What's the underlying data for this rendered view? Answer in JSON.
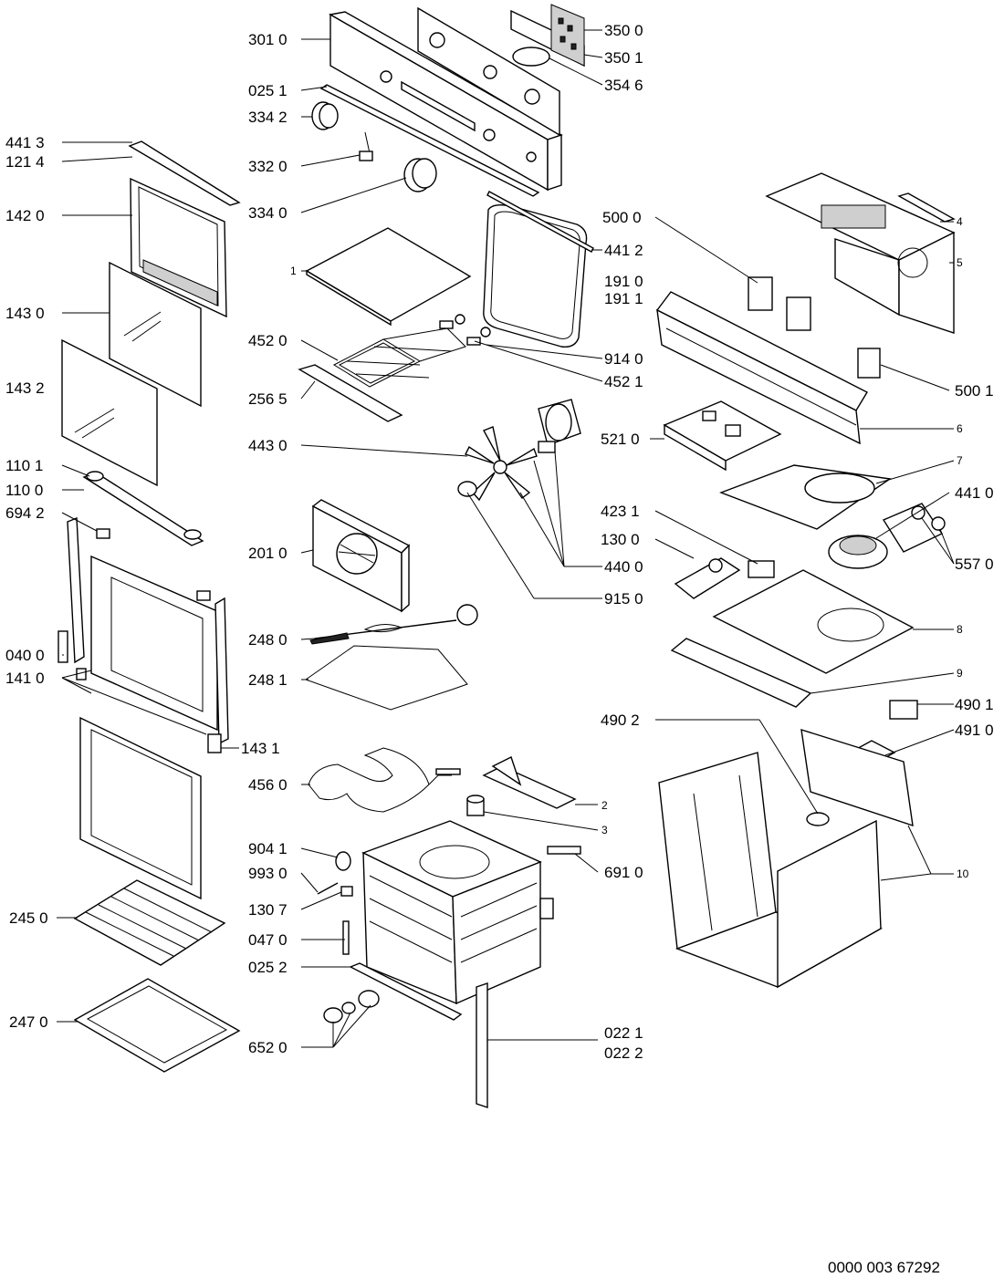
{
  "diagram": {
    "reference_number": "0000 003 67292",
    "callouts": [
      {
        "id": "c3010",
        "label": "301 0"
      },
      {
        "id": "c0251",
        "label": "025 1"
      },
      {
        "id": "c3342",
        "label": "334 2"
      },
      {
        "id": "c3320",
        "label": "332 0"
      },
      {
        "id": "c3340",
        "label": "334 0"
      },
      {
        "id": "c3500",
        "label": "350 0"
      },
      {
        "id": "c3501",
        "label": "350 1"
      },
      {
        "id": "c3546",
        "label": "354 6"
      },
      {
        "id": "c4413",
        "label": "441 3"
      },
      {
        "id": "c1214",
        "label": "121 4"
      },
      {
        "id": "c1420",
        "label": "142 0"
      },
      {
        "id": "c1430",
        "label": "143 0"
      },
      {
        "id": "c1432",
        "label": "143 2"
      },
      {
        "id": "c1101",
        "label": "110 1"
      },
      {
        "id": "c1100",
        "label": "110 0"
      },
      {
        "id": "c6942",
        "label": "694 2"
      },
      {
        "id": "c0400",
        "label": "040 0"
      },
      {
        "id": "c1410",
        "label": "141 0"
      },
      {
        "id": "c1431",
        "label": "143 1"
      },
      {
        "id": "c2450",
        "label": "245 0"
      },
      {
        "id": "c2470",
        "label": "247 0"
      },
      {
        "id": "c1",
        "label": "1"
      },
      {
        "id": "c4520",
        "label": "452 0"
      },
      {
        "id": "c2565",
        "label": "256 5"
      },
      {
        "id": "c4430",
        "label": "443 0"
      },
      {
        "id": "c2010",
        "label": "201 0"
      },
      {
        "id": "c2480",
        "label": "248 0"
      },
      {
        "id": "c2481",
        "label": "248 1"
      },
      {
        "id": "c4560",
        "label": "456 0"
      },
      {
        "id": "c9041",
        "label": "904 1"
      },
      {
        "id": "c9930",
        "label": "993 0"
      },
      {
        "id": "c1307",
        "label": "130 7"
      },
      {
        "id": "c0470",
        "label": "047 0"
      },
      {
        "id": "c0252",
        "label": "025 2"
      },
      {
        "id": "c6520",
        "label": "652 0"
      },
      {
        "id": "c4412",
        "label": "441 2"
      },
      {
        "id": "c1910",
        "label": "191 0"
      },
      {
        "id": "c1911",
        "label": "191 1"
      },
      {
        "id": "c9140",
        "label": "914 0"
      },
      {
        "id": "c4521",
        "label": "452 1"
      },
      {
        "id": "c4400",
        "label": "440 0"
      },
      {
        "id": "c9150",
        "label": "915 0"
      },
      {
        "id": "c2",
        "label": "2"
      },
      {
        "id": "c3",
        "label": "3"
      },
      {
        "id": "c6910",
        "label": "691 0"
      },
      {
        "id": "c0221",
        "label": "022 1"
      },
      {
        "id": "c0222",
        "label": "022 2"
      },
      {
        "id": "c5000",
        "label": "500 0"
      },
      {
        "id": "c4",
        "label": "4"
      },
      {
        "id": "c5",
        "label": "5"
      },
      {
        "id": "c5001",
        "label": "500 1"
      },
      {
        "id": "c6",
        "label": "6"
      },
      {
        "id": "c5210",
        "label": "521 0"
      },
      {
        "id": "c7",
        "label": "7"
      },
      {
        "id": "c4410",
        "label": "441 0"
      },
      {
        "id": "c4231",
        "label": "423 1"
      },
      {
        "id": "c1300",
        "label": "130 0"
      },
      {
        "id": "c5570",
        "label": "557 0"
      },
      {
        "id": "c8",
        "label": "8"
      },
      {
        "id": "c9",
        "label": "9"
      },
      {
        "id": "c4901",
        "label": "490 1"
      },
      {
        "id": "c4902",
        "label": "490 2"
      },
      {
        "id": "c4910",
        "label": "491 0"
      },
      {
        "id": "c10",
        "label": "10"
      }
    ]
  }
}
